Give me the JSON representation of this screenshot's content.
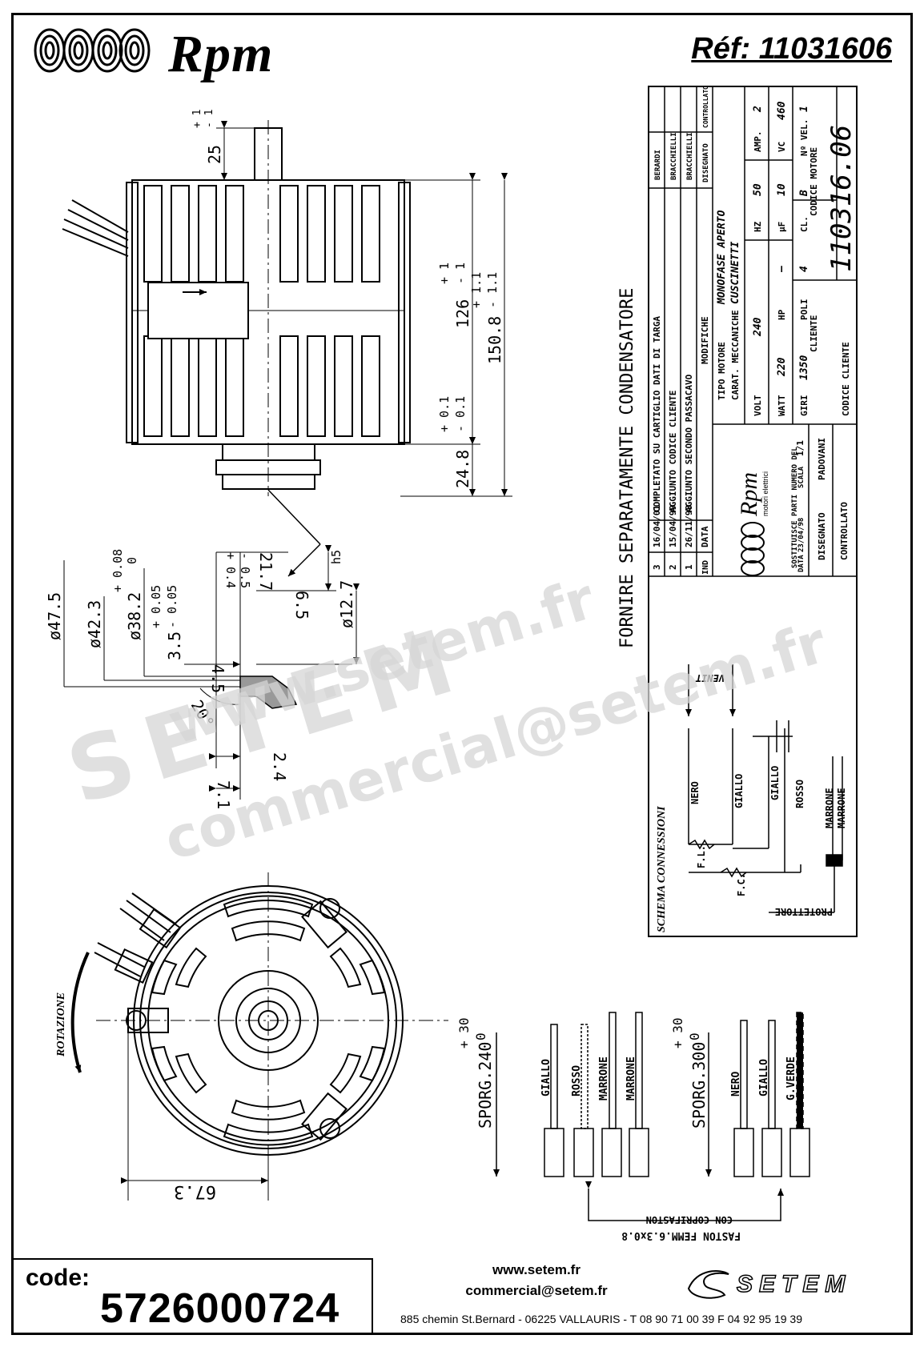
{
  "header": {
    "brand": "Rpm",
    "reference": "Réf: 11031606"
  },
  "title_block": {
    "modifiche": [
      {
        "n": "3",
        "data": "16/04/01",
        "text": "COMPLETATO SU CARTIGLIO DATI DI TARGA",
        "sign": "BERARDI"
      },
      {
        "n": "2",
        "data": "15/04/99",
        "text": "AGGIUNTO CODICE CLIENTE",
        "sign": "BRACCHIELLI"
      },
      {
        "n": "1",
        "data": "26/11/98",
        "text": "AGGIUNTO SECONDO PASSACAVO",
        "sign": "BRACCHIELLI"
      }
    ],
    "mod_header": {
      "n": "IND",
      "data": "DATA",
      "text": "MODIFICHE",
      "dis": "DISEGNATO",
      "ctrl": "CONTROLLATO"
    },
    "logo_brand": "Rpm",
    "logo_sub": "motori elettrici",
    "tipo_motore_label": "TIPO MOTORE",
    "tipo_motore": "MONOFASE APERTO",
    "carat_label": "CARAT. MECCANICHE",
    "carat": "CUSCINETTI",
    "volt_label": "VOLT",
    "volt": "240",
    "watt_label": "WATT",
    "watt": "220",
    "hp_label": "HP",
    "hp": "—",
    "hz_label": "HZ",
    "hz": "50",
    "amp_label": "AMP.",
    "amp": "2",
    "uf_label": "μF",
    "uf": "10",
    "vc_label": "VC",
    "vc": "460",
    "giri_label": "GIRI",
    "giri": "1350",
    "poli_label": "POLI",
    "poli": "4",
    "cl_label": "CL.",
    "cl": "B",
    "nvel_label": "Nº VEL.",
    "nvel": "1",
    "cliente_label": "CLIENTE",
    "codice_cliente_label": "CODICE CLIENTE",
    "codice_motore_label": "CODICE MOTORE",
    "codice_motore": "110316.06",
    "sostituisce_label": "SOSTITUISCE PARTI NUMERO DEL",
    "sostituisce": "-",
    "data_label": "DATA",
    "data": "23/04/98",
    "scala_label": "SCALA",
    "scala": "1/1",
    "disegnato_label": "DISEGNATO",
    "disegnato": "PADOVANI",
    "controllato_label": "CONTROLLATO"
  },
  "notes": {
    "condensatore": "FORNIRE SEPARATAMENTE CONDENSATORE",
    "rotazione": "ROTAZIONE",
    "faston": "FASTON FEMM.6.3x0.8",
    "faston2": "CON COPRIFASTON"
  },
  "dimensions": {
    "shaft": "25",
    "shaft_tol_plus": "+ 1",
    "shaft_tol_minus": "- 1",
    "body": "126",
    "body_tol_plus": "+ 1",
    "body_tol_minus": "- 1",
    "overall": "150.8",
    "overall_tol_plus": "+ 1.1",
    "overall_tol_minus": "- 1.1",
    "hub": "24.8",
    "hub_tol_plus": "+ 0.1",
    "hub_tol_minus": "- 0.1",
    "d475": "ø47.5",
    "d423": "ø42.3",
    "d382": "ø38.2",
    "d382_tol_plus": "+ 0.08",
    "d382_tol_minus": "0",
    "d35": "3.5",
    "d35_tol_plus": "+ 0.05",
    "d35_tol_minus": "- 0.05",
    "d217": "21.7",
    "d217_tol_plus": "+ 0.4",
    "d217_tol_minus": "- 0.5",
    "d65": "6.5",
    "d127": "ø12.7",
    "d127_tol": "h5",
    "d45": "4.5",
    "angle": "20°",
    "d24": "2.4",
    "d71": "7.1",
    "d673": "67.3"
  },
  "schema": {
    "title": "SCHEMA CONNESSIONI",
    "venit": "VENIT",
    "wires": [
      "NERO",
      "GIALLO",
      "GIALLO",
      "ROSSO",
      "MARRONE",
      "MARRONE"
    ],
    "fl": "F.L.",
    "fc": "F.C.",
    "protettore": "PROTETTORE"
  },
  "leads": {
    "group1_label": "SPORG.240",
    "group1_tol_plus": "+ 30",
    "group1_tol_minus": "0",
    "group1": [
      "GIALLO",
      "ROSSO",
      "MARRONE",
      "MARRONE"
    ],
    "group2_label": "SPORG.300",
    "group2_tol_plus": "+ 30",
    "group2_tol_minus": "0",
    "group2": [
      "NERO",
      "GIALLO",
      "G.VERDE"
    ]
  },
  "watermark": {
    "line1": "www.setem.fr",
    "line2": "SETEM",
    "line3": "commercial@setem.fr"
  },
  "footer": {
    "code_label": "code:",
    "code": "5726000724",
    "website": "www.setem.fr",
    "email": "commercial@setem.fr",
    "address": "885 chemin St.Bernard  -  06225 VALLAURIS  -  T 08 90 71 00 39   F 04 92 95 19 39",
    "company_logo": "SETEM"
  },
  "colors": {
    "ink": "#000000",
    "paper": "#ffffff",
    "watermark": "#d6d6d6"
  }
}
